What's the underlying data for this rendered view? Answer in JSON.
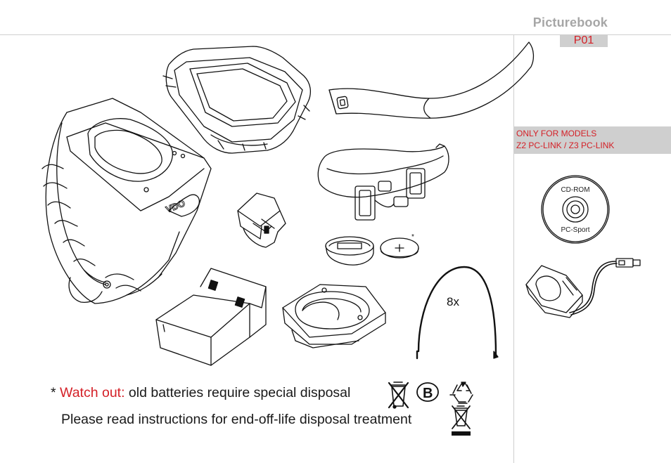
{
  "header": {
    "book_title": "Picturebook",
    "page_code": "P01"
  },
  "side_panel": {
    "models_line1": "ONLY FOR MODELS",
    "models_line2": "Z2 PC-LINK / Z3 PC-LINK",
    "cd_top_label": "CD-ROM",
    "cd_bottom_label": "PC-Sport"
  },
  "illustration": {
    "quantity_label": "8x",
    "battery_mark": "*",
    "brand_mark": "VDO"
  },
  "footer": {
    "asterisk": "*",
    "warning_label": "Watch out:",
    "warning_text": " old batteries require special disposal",
    "battery_symbol_letter": "B",
    "instruction_text": "Please read instructions for end-off-life disposal treatment"
  },
  "colors": {
    "accent_red": "#d41f26",
    "panel_grey": "#cfcfcf",
    "title_grey": "#a6a6a6",
    "line_art": "#111111"
  }
}
